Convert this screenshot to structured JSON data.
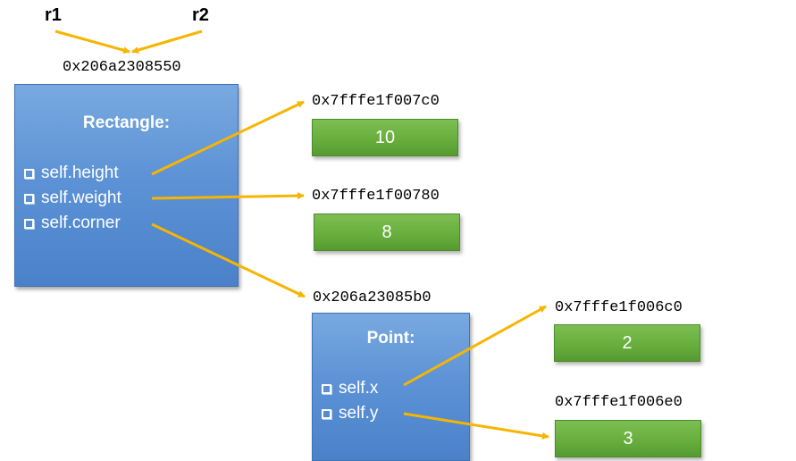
{
  "colors": {
    "arrow": "#f7b500",
    "object_box": "#5b92d5",
    "value_box": "#66ad3c"
  },
  "references": {
    "r1": "r1",
    "r2": "r2"
  },
  "rectangle": {
    "address": "0x206a2308550",
    "title": "Rectangle:",
    "attrs": [
      "self.height",
      "self.weight",
      "self.corner"
    ]
  },
  "point": {
    "address": "0x206a23085b0",
    "title": "Point:",
    "attrs": [
      "self.x",
      "self.y"
    ]
  },
  "values": [
    {
      "address": "0x7fffe1f007c0",
      "value": "10"
    },
    {
      "address": "0x7fffe1f00780",
      "value": "8"
    },
    {
      "address": "0x7fffe1f006c0",
      "value": "2"
    },
    {
      "address": "0x7fffe1f006e0",
      "value": "3"
    }
  ]
}
